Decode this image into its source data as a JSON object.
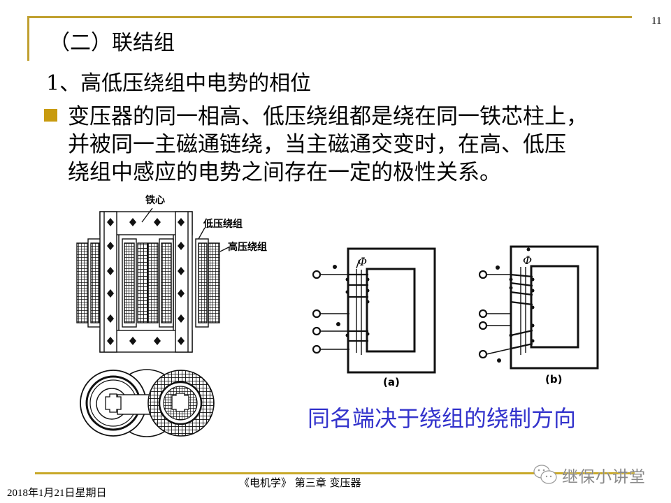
{
  "slide": {
    "page_number": "11",
    "title": "（二）联结组",
    "subtitle": "1、高低压绕组中电势的相位",
    "bullet_lines": [
      "变压器的同一相高、低压绕组都是绕在同一铁芯柱上，",
      "并被同一主磁通链绕，当主磁通交变时，在高、低压",
      "绕组中感应的电势之间存在一定的极性关系。"
    ],
    "caption": "同名端决于绕组的绕制方向",
    "accent_color": "#C0A030",
    "bullet_color": "#C89B10",
    "caption_color": "#3333CC"
  },
  "figures": {
    "core_diagram": {
      "labels": {
        "core": "铁心",
        "low_voltage_winding": "低压绕组",
        "high_voltage_winding": "高压绕组"
      }
    },
    "winding_a": {
      "label": "(a)",
      "flux_symbol": "Φ"
    },
    "winding_b": {
      "label": "(b)",
      "flux_symbol": "Φ"
    }
  },
  "footer": {
    "date": "2018年1月21日星期日",
    "book": "《电机学》  第三章   变压器",
    "watermark": "继保小讲堂"
  }
}
